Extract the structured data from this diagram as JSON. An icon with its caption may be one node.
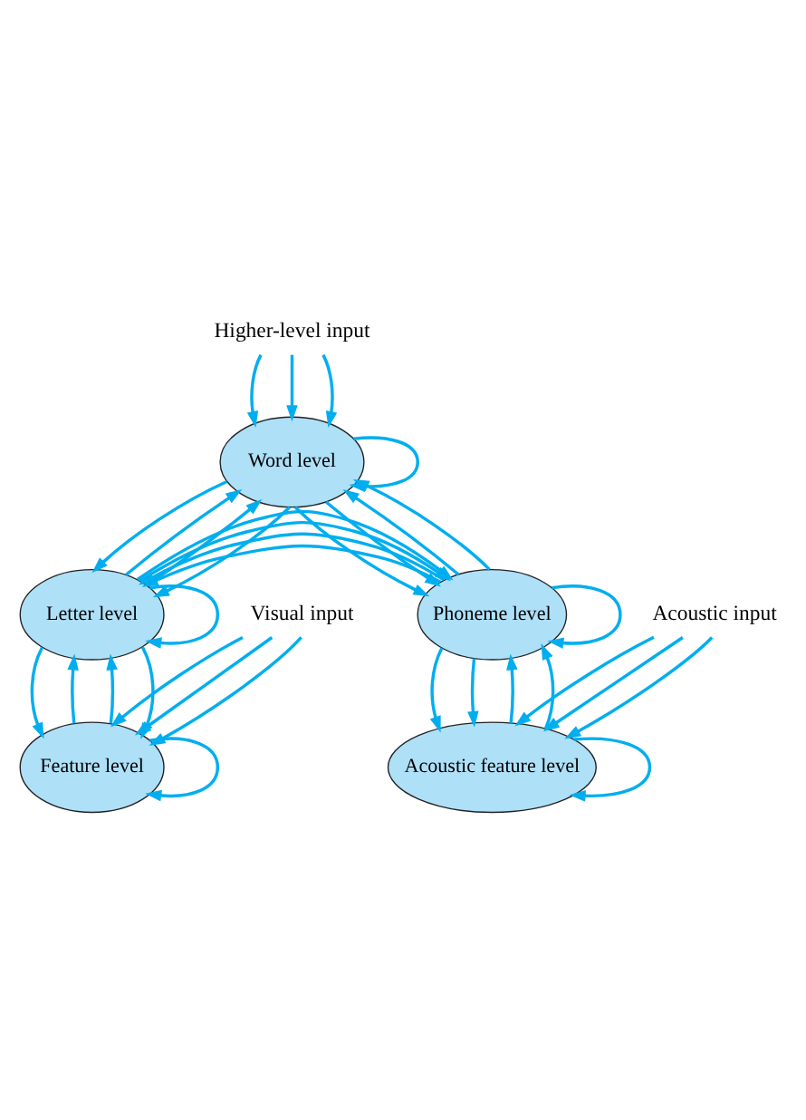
{
  "diagram": {
    "nodes": [
      {
        "text": [
          "Higher-level input"
        ]
      },
      {
        "text": [
          "Word level"
        ]
      },
      {
        "text": [
          "Letter level"
        ]
      },
      {
        "text": [
          "Phoneme level"
        ]
      },
      {
        "text": [
          "Feature level"
        ]
      },
      {
        "text": [
          "Acoustic feature level"
        ]
      },
      {
        "text": [
          "Visual input"
        ]
      },
      {
        "text": [
          "Acoustic input"
        ]
      }
    ],
    "edges": [
      {
        "from": 0,
        "to": 1,
        "arrow": "to"
      },
      {
        "from": 0,
        "to": 1,
        "arrow": "to"
      },
      {
        "from": 0,
        "to": 1,
        "arrow": "to"
      },
      {
        "from": 1,
        "to": 1,
        "arrow": "to"
      },
      {
        "from": 2,
        "to": 1,
        "arrow": "to"
      },
      {
        "from": 2,
        "to": 1,
        "arrow": "to"
      },
      {
        "from": 1,
        "to": 2,
        "arrow": "to"
      },
      {
        "from": 1,
        "to": 2,
        "arrow": "to"
      },
      {
        "from": 1,
        "to": 3,
        "arrow": "to"
      },
      {
        "from": 1,
        "to": 3,
        "arrow": "to"
      },
      {
        "from": 3,
        "to": 1,
        "arrow": "to"
      },
      {
        "from": 3,
        "to": 1,
        "arrow": "to"
      },
      {
        "from": 2,
        "to": 2,
        "arrow": "to"
      },
      {
        "from": 3,
        "to": 3,
        "arrow": "to"
      },
      {
        "from": 3,
        "to": 2,
        "arrow": "to"
      },
      {
        "from": 3,
        "to": 2,
        "arrow": "to"
      },
      {
        "from": 2,
        "to": 3,
        "arrow": "to"
      },
      {
        "from": 2,
        "to": 3,
        "arrow": "to"
      },
      {
        "from": 4,
        "to": 2,
        "arrow": "to"
      },
      {
        "from": 4,
        "to": 2,
        "arrow": "to"
      },
      {
        "from": 2,
        "to": 4,
        "arrow": "to"
      },
      {
        "from": 2,
        "to": 4,
        "arrow": "to"
      },
      {
        "from": 3,
        "to": 5,
        "arrow": "to"
      },
      {
        "from": 3,
        "to": 5,
        "arrow": "to"
      },
      {
        "from": 5,
        "to": 3,
        "arrow": "to"
      },
      {
        "from": 5,
        "to": 3,
        "arrow": "to"
      },
      {
        "from": 4,
        "to": 4,
        "arrow": "to"
      },
      {
        "from": 5,
        "to": 5,
        "arrow": "to"
      },
      {
        "from": 6,
        "to": 4,
        "arrow": "to"
      },
      {
        "from": 6,
        "to": 4,
        "arrow": "to"
      },
      {
        "from": 6,
        "to": 4,
        "arrow": "to"
      },
      {
        "from": 7,
        "to": 5,
        "arrow": "to"
      },
      {
        "from": 7,
        "to": 5,
        "arrow": "to"
      },
      {
        "from": 7,
        "to": 5,
        "arrow": "to"
      }
    ]
  }
}
